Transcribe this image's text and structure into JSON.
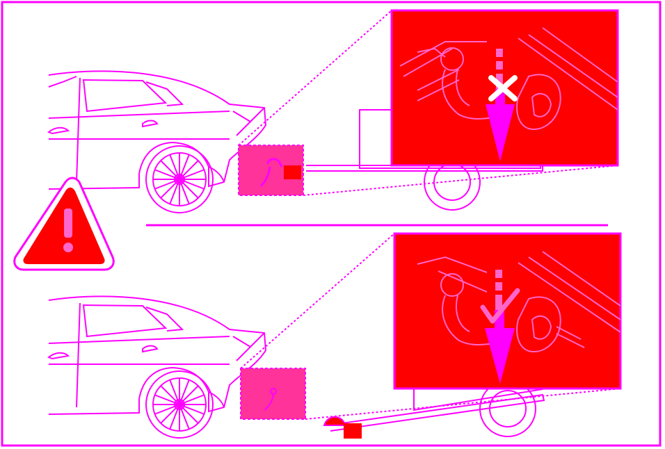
{
  "figure": {
    "panels": [
      {
        "id": "top",
        "status": "incorrect",
        "status_icon": "cross-icon",
        "description_visible": false
      },
      {
        "id": "bottom",
        "status": "correct",
        "status_icon": "check-icon",
        "description_visible": false
      }
    ],
    "warning": {
      "icon": "warning-triangle-icon",
      "symbol": "!"
    }
  },
  "colors": {
    "line": "#ff00ff",
    "fill_red": "#ff0000",
    "zone_pink": "#ff3399",
    "white": "#ffffff"
  }
}
